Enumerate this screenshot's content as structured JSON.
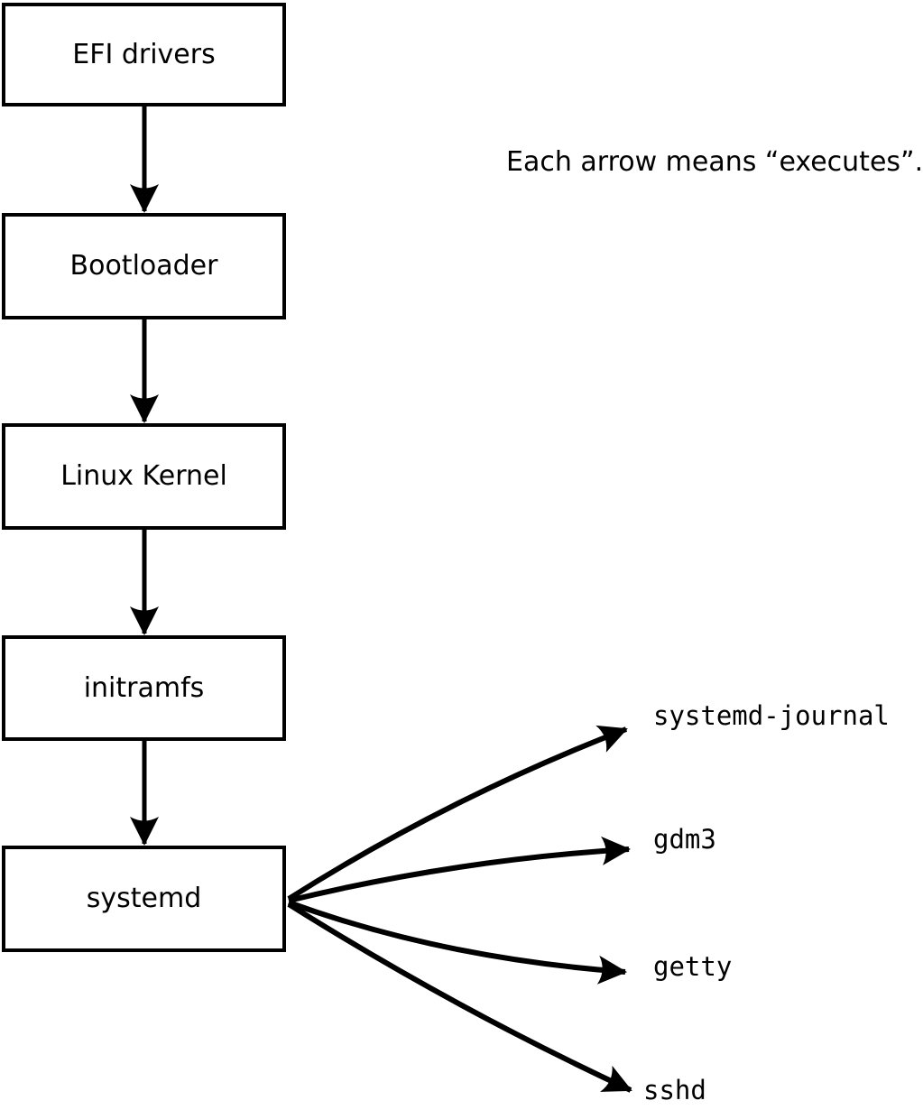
{
  "note": {
    "text": "Each arrow means “executes”."
  },
  "diagram": {
    "boxes": [
      {
        "id": "efi-drivers",
        "label": "EFI drivers"
      },
      {
        "id": "bootloader",
        "label": "Bootloader"
      },
      {
        "id": "linux-kernel",
        "label": "Linux Kernel"
      },
      {
        "id": "initramfs",
        "label": "initramfs"
      },
      {
        "id": "systemd",
        "label": "systemd"
      }
    ],
    "processes": [
      {
        "id": "systemd-journal",
        "label": "systemd-journal"
      },
      {
        "id": "gdm3",
        "label": "gdm3"
      },
      {
        "id": "getty",
        "label": "getty"
      },
      {
        "id": "sshd",
        "label": "sshd"
      }
    ],
    "edges": [
      {
        "from": "EFI drivers",
        "to": "Bootloader",
        "meaning": "executes"
      },
      {
        "from": "Bootloader",
        "to": "Linux Kernel",
        "meaning": "executes"
      },
      {
        "from": "Linux Kernel",
        "to": "initramfs",
        "meaning": "executes"
      },
      {
        "from": "initramfs",
        "to": "systemd",
        "meaning": "executes"
      },
      {
        "from": "systemd",
        "to": "systemd-journal",
        "meaning": "executes"
      },
      {
        "from": "systemd",
        "to": "gdm3",
        "meaning": "executes"
      },
      {
        "from": "systemd",
        "to": "getty",
        "meaning": "executes"
      },
      {
        "from": "systemd",
        "to": "sshd",
        "meaning": "executes"
      }
    ],
    "colors": {
      "stroke": "#000000",
      "background": "#ffffff"
    }
  }
}
